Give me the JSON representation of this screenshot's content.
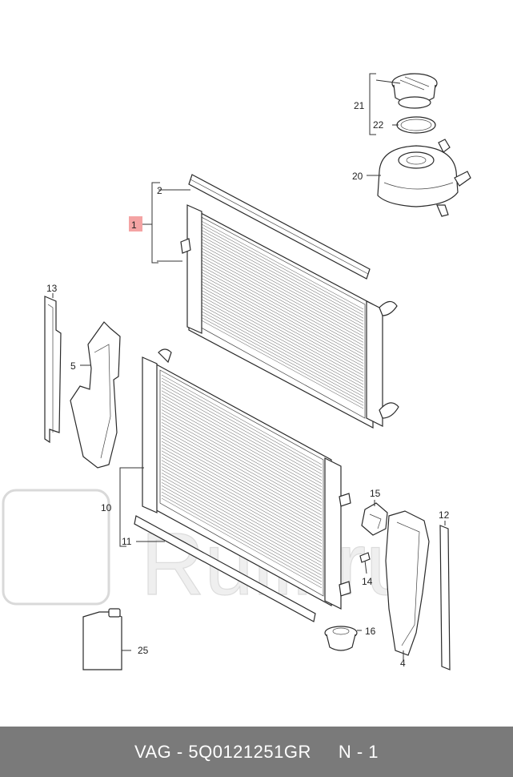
{
  "callouts": {
    "c1": "1",
    "c2": "2",
    "c4": "4",
    "c5": "5",
    "c10": "10",
    "c11": "11",
    "c12": "12",
    "c13": "13",
    "c14": "14",
    "c15": "15",
    "c16": "16",
    "c20": "20",
    "c21": "21",
    "c22": "22",
    "c25": "25"
  },
  "watermark": {
    "text": "Rulli.ru"
  },
  "footer": {
    "brand": "VAG",
    "separator": "-",
    "part_number": "5Q0121251GR",
    "page": "N - 1"
  },
  "colors": {
    "highlight": "#f4a3a3",
    "footer_bg": "#7a7a7a",
    "line": "#333333"
  }
}
